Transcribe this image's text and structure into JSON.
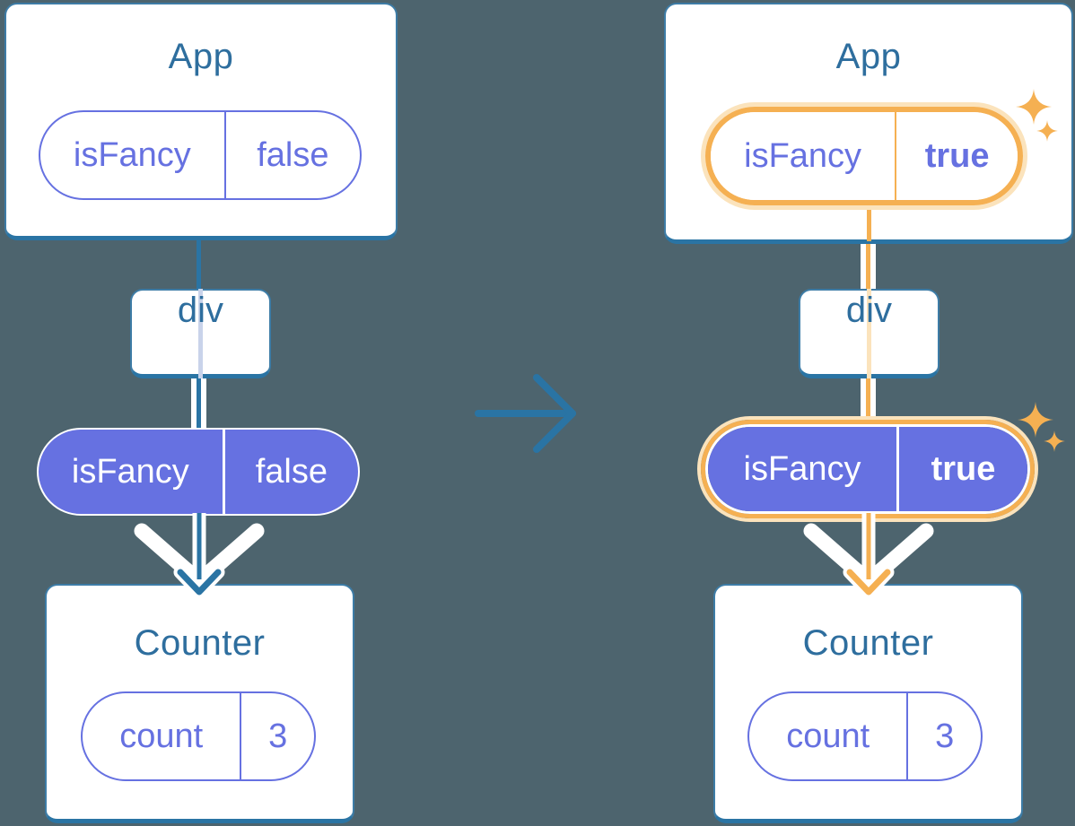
{
  "diagram": {
    "description_label": "props-flow-before-after",
    "left_tree": {
      "app": {
        "title": "App",
        "prop_name": "isFancy",
        "prop_value": "false"
      },
      "div_label": "div",
      "passed_prop": {
        "prop_name": "isFancy",
        "prop_value": "false"
      },
      "counter": {
        "title": "Counter",
        "state_name": "count",
        "state_value": "3"
      }
    },
    "right_tree": {
      "app": {
        "title": "App",
        "prop_name": "isFancy",
        "prop_value": "true"
      },
      "div_label": "div",
      "passed_prop": {
        "prop_name": "isFancy",
        "prop_value": "true"
      },
      "counter": {
        "title": "Counter",
        "state_name": "count",
        "state_value": "3"
      }
    },
    "icons": {
      "transition_arrow": "right-arrow-icon",
      "pass_down_arrow": "down-arrow-icon",
      "chevron": "chevron-down-icon",
      "sparkle": "sparkle-icon"
    },
    "colors": {
      "background": "#4d646e",
      "card_background": "#ffffff",
      "card_border": "#2a74a4",
      "title_text": "#2e6e9e",
      "purple": "#6671e1",
      "highlight_orange": "#f5b052",
      "highlight_orange_pale": "#fbe3bc",
      "pass_through_lavender": "#c9d3ea",
      "arrow_blue": "#2a74a4",
      "white": "#ffffff"
    }
  }
}
